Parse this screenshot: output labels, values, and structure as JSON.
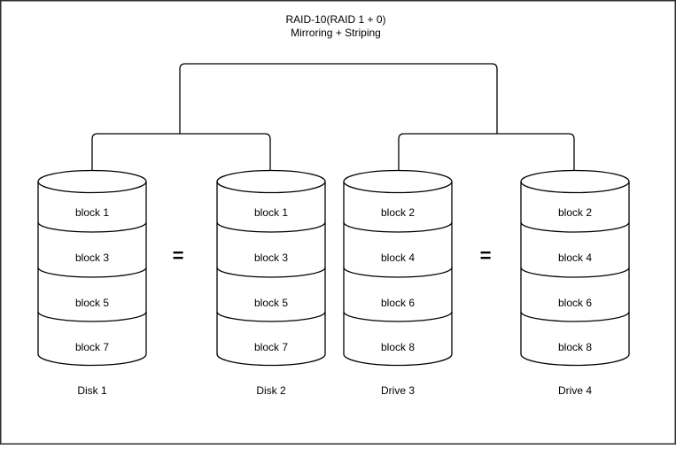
{
  "diagram": {
    "title_line1": "RAID-10(RAID 1 + 0)",
    "title_line2": "Mirroring + Striping",
    "equals_symbol": "=",
    "disks": [
      {
        "label": "Disk 1",
        "blocks": [
          "block 1",
          "block 3",
          "block 5",
          "block 7"
        ]
      },
      {
        "label": "Disk 2",
        "blocks": [
          "block 1",
          "block 3",
          "block 5",
          "block 7"
        ]
      },
      {
        "label": "Drive 3",
        "blocks": [
          "block 2",
          "block 4",
          "block 6",
          "block 8"
        ]
      },
      {
        "label": "Drive 4",
        "blocks": [
          "block 2",
          "block 4",
          "block 6",
          "block 8"
        ]
      }
    ],
    "colors": {
      "line": "#000000",
      "background": "#ffffff",
      "border": "#2e2e2e"
    }
  }
}
